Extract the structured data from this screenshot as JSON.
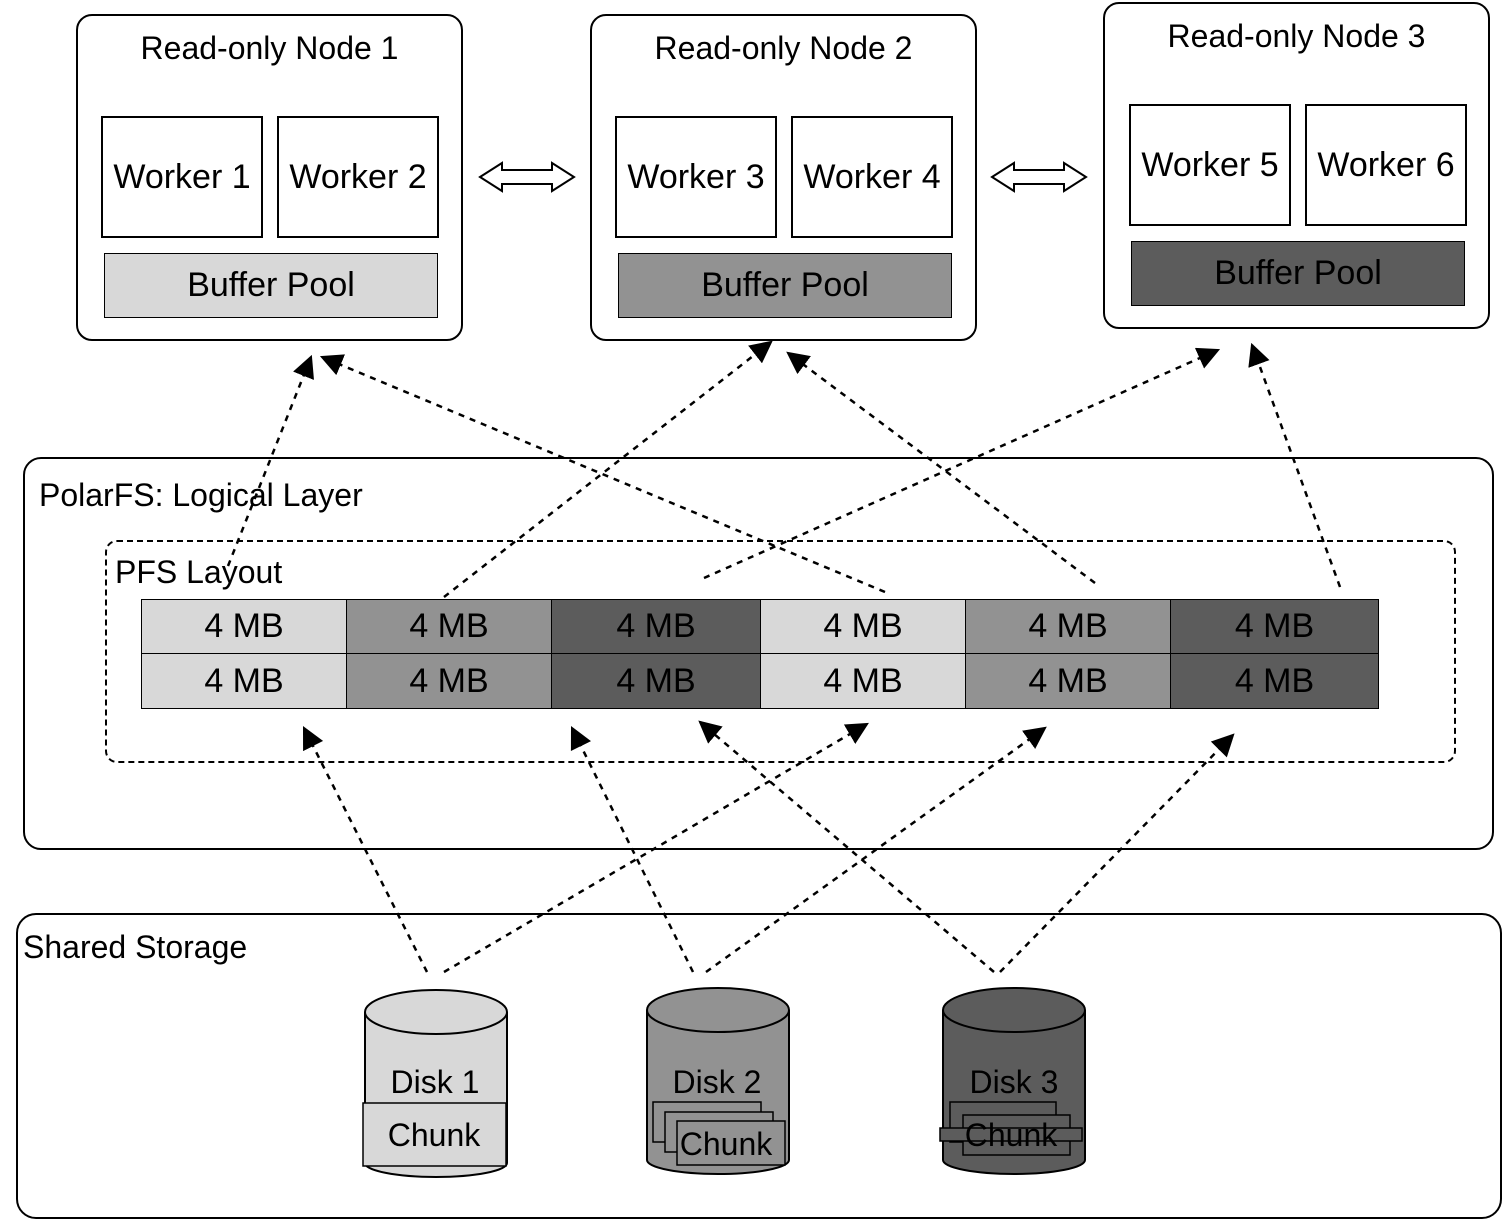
{
  "nodes": [
    {
      "title": "Read-only Node 1",
      "workers": [
        "Worker 1",
        "Worker 2"
      ],
      "buffer": "Buffer Pool",
      "shade": "#d8d8d8"
    },
    {
      "title": "Read-only Node 2",
      "workers": [
        "Worker 3",
        "Worker 4"
      ],
      "buffer": "Buffer Pool",
      "shade": "#929292"
    },
    {
      "title": "Read-only Node 3",
      "workers": [
        "Worker 5",
        "Worker 6"
      ],
      "buffer": "Buffer Pool",
      "shade": "#5c5c5c"
    }
  ],
  "logical_layer": {
    "title": "PolarFS: Logical Layer",
    "layout_title": "PFS Layout",
    "rows": [
      [
        "4 MB",
        "4 MB",
        "4 MB",
        "4 MB",
        "4 MB",
        "4 MB"
      ],
      [
        "4 MB",
        "4 MB",
        "4 MB",
        "4 MB",
        "4 MB",
        "4 MB"
      ]
    ],
    "column_shades": [
      "#d8d8d8",
      "#929292",
      "#5c5c5c",
      "#d8d8d8",
      "#929292",
      "#5c5c5c"
    ]
  },
  "storage": {
    "title": "Shared Storage",
    "disks": [
      {
        "label": "Disk 1",
        "chunk": "Chunk",
        "shade": "#d8d8d8"
      },
      {
        "label": "Disk 2",
        "chunk": "Chunk",
        "shade": "#929292"
      },
      {
        "label": "Disk 3",
        "chunk": "Chunk",
        "shade": "#5c5c5c"
      }
    ]
  },
  "colors": {
    "light": "#d8d8d8",
    "medium": "#929292",
    "dark": "#5c5c5c",
    "line": "#000000"
  }
}
